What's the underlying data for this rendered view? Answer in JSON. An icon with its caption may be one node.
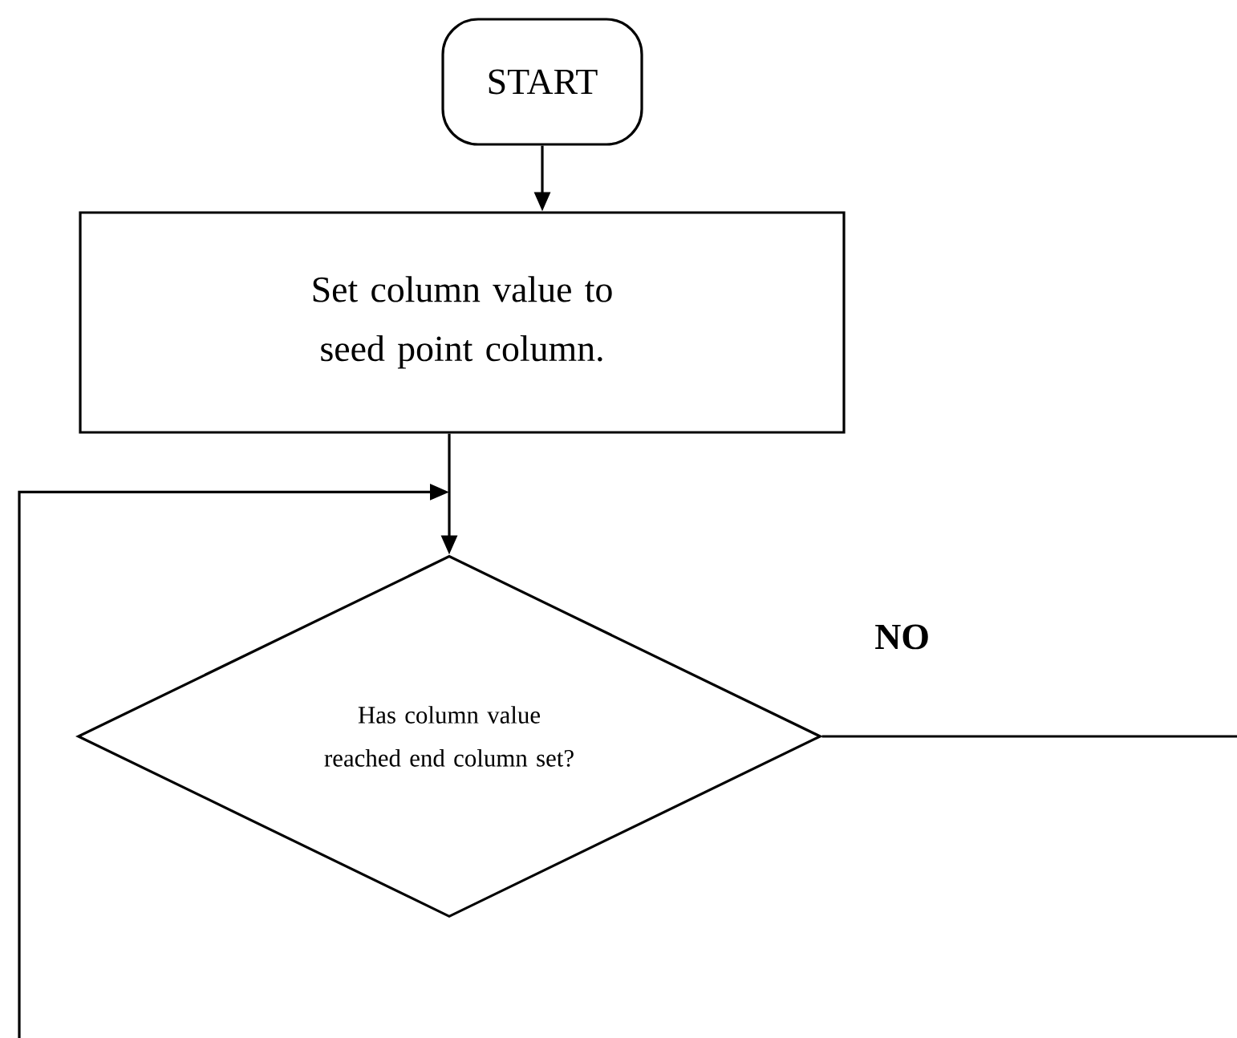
{
  "diagram": {
    "nodes": [
      {
        "text": [
          "START"
        ]
      },
      {
        "text": [
          "Set column value to seed point column."
        ]
      },
      {
        "text": [
          "Has column value reached end column set?"
        ]
      }
    ],
    "edges": [
      {
        "from": 0,
        "to": 1,
        "arrow": "to"
      },
      {
        "from": 1,
        "to": 2,
        "arrow": "to"
      },
      {
        "from": null,
        "to": 2,
        "arrow": "to"
      },
      {
        "from": 2,
        "to": null,
        "arrow": "none",
        "label": "NO"
      }
    ]
  }
}
